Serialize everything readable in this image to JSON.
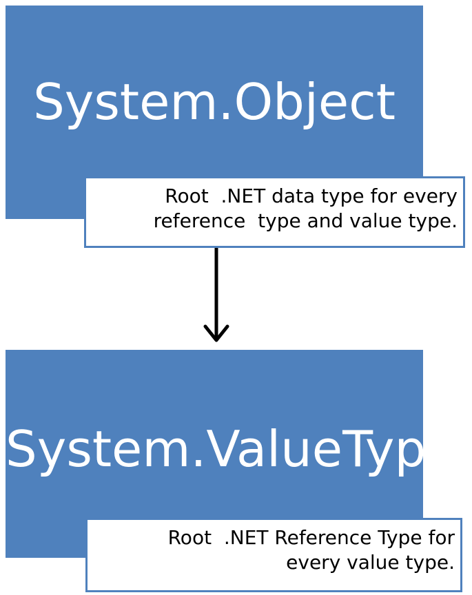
{
  "diagram": {
    "top_node": {
      "title": "System.Object",
      "description_lines": [
        "Root  .NET data type for every",
        "reference  type and value type."
      ]
    },
    "bottom_node": {
      "title": "System.ValueType",
      "description_lines": [
        "Root  .NET Reference Type for",
        "every value type."
      ]
    },
    "colors": {
      "block_fill": "#4f81bd",
      "title_text": "#ffffff",
      "callout_border": "#4f81bd",
      "callout_text": "#000000",
      "arrow": "#000000"
    }
  }
}
